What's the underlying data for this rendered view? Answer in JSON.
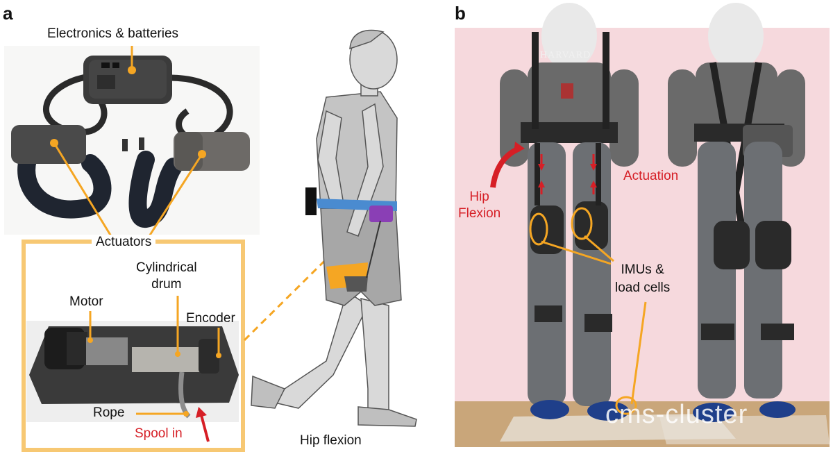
{
  "panel_a": {
    "letter": "a",
    "labels": {
      "electronics": "Electronics & batteries",
      "actuators": "Actuators",
      "drum": "Cylindrical\ndrum",
      "motor": "Motor",
      "encoder": "Encoder",
      "rope": "Rope",
      "spool_in": "Spool in",
      "hip_flexion": "Hip flexion"
    }
  },
  "panel_b": {
    "letter": "b",
    "labels": {
      "hip_flexion": "Hip\nFlexion",
      "actuation": "Actuation",
      "imus": "IMUs &\nload cells"
    },
    "shirt_text": "HARVARD"
  },
  "watermark": "cms-cluster",
  "colors": {
    "accent_orange": "#f5a623",
    "box_orange": "#f7c873",
    "red": "#d61f26",
    "pink_backdrop": "#f6d9dd",
    "suit_grey": "#6c6f73",
    "strap_blue": "#4a8bd0",
    "purple": "#8a3fb5"
  }
}
